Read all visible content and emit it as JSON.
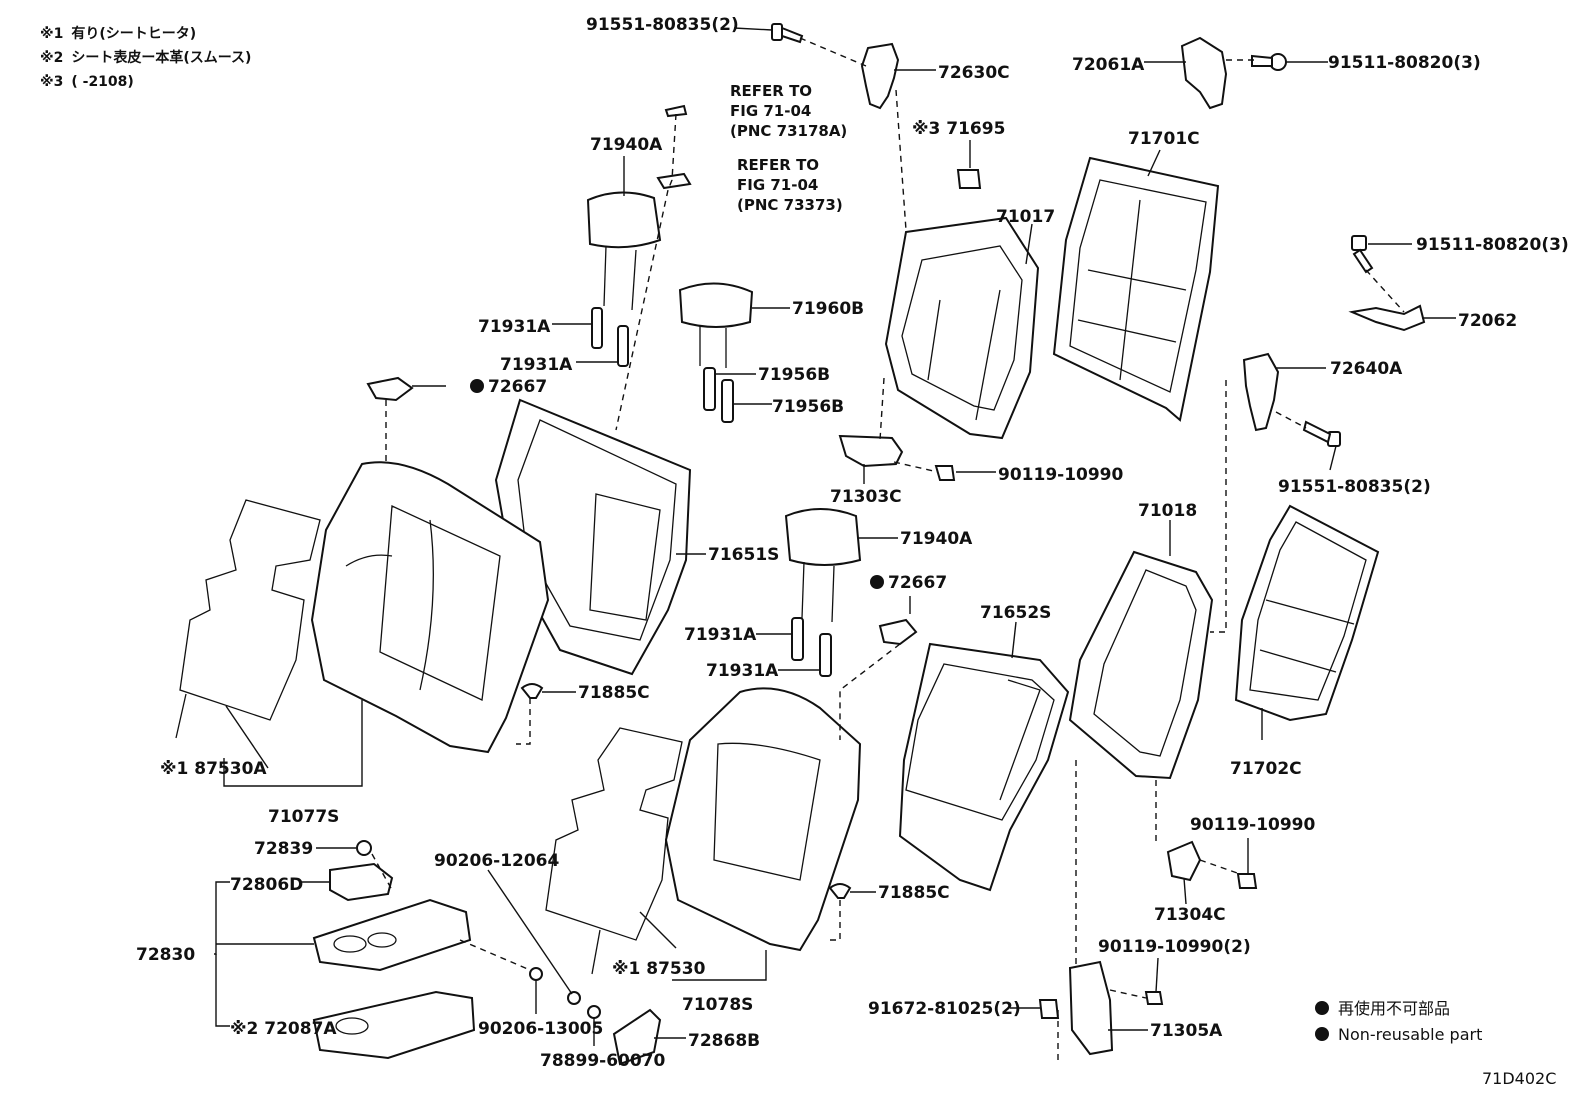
{
  "notes": [
    {
      "mark": "※1",
      "text": "有り(シートヒータ)"
    },
    {
      "mark": "※2",
      "text": "シート表皮ー本革(スムース)"
    },
    {
      "mark": "※3",
      "text": "(      -2108)"
    }
  ],
  "references": [
    {
      "lines": [
        "REFER TO",
        "FIG 71-04",
        "(PNC 73178A)"
      ]
    },
    {
      "lines": [
        "REFER TO",
        "FIG 71-04",
        "(PNC 73373)"
      ]
    }
  ],
  "parts": [
    {
      "id": "p91551a",
      "label": "91551-80835(2)"
    },
    {
      "id": "p72630c",
      "label": "72630C"
    },
    {
      "id": "p72061a",
      "label": "72061A"
    },
    {
      "id": "p91511a",
      "label": "91511-80820(3)"
    },
    {
      "id": "p71940a_top",
      "label": "71940A"
    },
    {
      "id": "p71695",
      "label": "※3 71695"
    },
    {
      "id": "p71701c",
      "label": "71701C"
    },
    {
      "id": "p71017",
      "label": "71017"
    },
    {
      "id": "p91511b",
      "label": "91511-80820(3)"
    },
    {
      "id": "p72062",
      "label": "72062"
    },
    {
      "id": "p71931a_1",
      "label": "71931A"
    },
    {
      "id": "p71931a_2",
      "label": "71931A"
    },
    {
      "id": "p71960b",
      "label": "71960B"
    },
    {
      "id": "p71956b_1",
      "label": "71956B"
    },
    {
      "id": "p71956b_2",
      "label": "71956B"
    },
    {
      "id": "p72640a",
      "label": "72640A"
    },
    {
      "id": "p72667_top",
      "label": "72667"
    },
    {
      "id": "p90119a",
      "label": "90119-10990"
    },
    {
      "id": "p71303c",
      "label": "71303C"
    },
    {
      "id": "p91551b",
      "label": "91551-80835(2)"
    },
    {
      "id": "p71018",
      "label": "71018"
    },
    {
      "id": "p71651s",
      "label": "71651S"
    },
    {
      "id": "p71940a_mid",
      "label": "71940A"
    },
    {
      "id": "p72667_mid",
      "label": "72667"
    },
    {
      "id": "p71652s",
      "label": "71652S"
    },
    {
      "id": "p71931a_3",
      "label": "71931A"
    },
    {
      "id": "p71931a_4",
      "label": "71931A"
    },
    {
      "id": "p71885c_1",
      "label": "71885C"
    },
    {
      "id": "p87530a",
      "label": "※1 87530A"
    },
    {
      "id": "p71702c",
      "label": "71702C"
    },
    {
      "id": "p71077s",
      "label": "71077S"
    },
    {
      "id": "p72839",
      "label": "72839"
    },
    {
      "id": "p90206a",
      "label": "90206-12064"
    },
    {
      "id": "p90119b",
      "label": "90119-10990"
    },
    {
      "id": "p72806d",
      "label": "72806D"
    },
    {
      "id": "p71885c_2",
      "label": "71885C"
    },
    {
      "id": "p71304c",
      "label": "71304C"
    },
    {
      "id": "p72830",
      "label": "72830"
    },
    {
      "id": "p90119c",
      "label": "90119-10990(2)"
    },
    {
      "id": "p87530",
      "label": "※1 87530"
    },
    {
      "id": "p71078s",
      "label": "71078S"
    },
    {
      "id": "p72087a",
      "label": "※2 72087A"
    },
    {
      "id": "p90206b",
      "label": "90206-13005"
    },
    {
      "id": "p91672",
      "label": "91672-81025(2)"
    },
    {
      "id": "p71305a",
      "label": "71305A"
    },
    {
      "id": "p72868b",
      "label": "72868B"
    },
    {
      "id": "p78899",
      "label": "78899-60070"
    }
  ],
  "legend": {
    "lines": [
      "再使用不可部品",
      "Non-reusable part"
    ]
  },
  "figure_code": "71D402C"
}
